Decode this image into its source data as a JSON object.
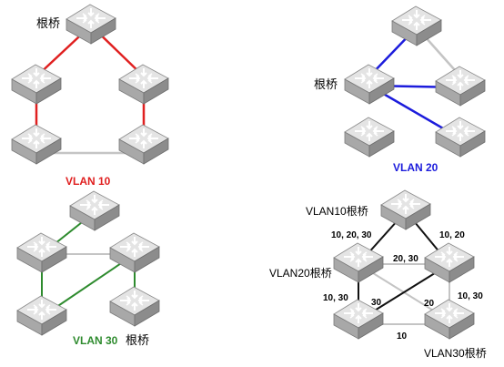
{
  "colors": {
    "vlan10": "#e02020",
    "vlan20": "#1c1cdc",
    "vlan30": "#2e8b2e",
    "blocked": "#c4c4c4",
    "combined": "#111111",
    "switch_top": "#e2e2e2",
    "switch_side": "#9a9a9a",
    "switch_arrow": "#ffffff"
  },
  "icons": {
    "switch": "layer3-switch-icon"
  },
  "panels": {
    "vlan10": {
      "caption": "VLAN 10",
      "root_label": "根桥"
    },
    "vlan20": {
      "caption": "VLAN 20",
      "root_label": "根桥"
    },
    "vlan30": {
      "caption": "VLAN 30",
      "root_label": "根桥"
    },
    "combined": {
      "root_vlan10": "VLAN10根桥",
      "root_vlan20": "VLAN20根桥",
      "root_vlan30": "VLAN30根桥",
      "link_labels": {
        "top_left": "10, 20, 30",
        "top_right": "10, 20",
        "middle": "20, 30",
        "left": "10, 30",
        "right": "10, 30",
        "diag_30": "30",
        "diag_20": "20",
        "bottom": "10"
      }
    }
  }
}
